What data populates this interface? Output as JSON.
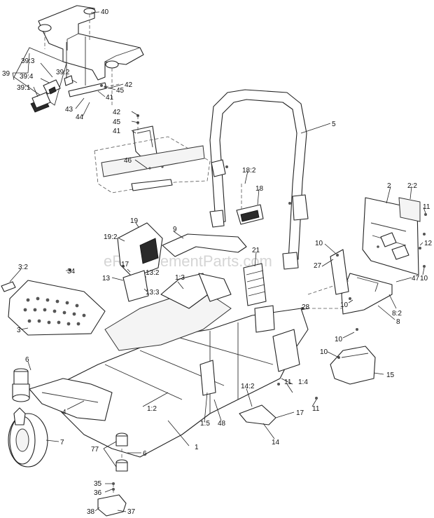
{
  "watermark": "eReplacementParts.com",
  "callouts": {
    "c40": "40",
    "c39": "39",
    "c39_3": "39:3",
    "c39_2": "39:2",
    "c39_4": "39:4",
    "c39_1": "39:1",
    "c42a": "42",
    "c45a": "45",
    "c41a": "41",
    "c43": "43",
    "c44": "44",
    "c42b": "42",
    "c45b": "45",
    "c41b": "41",
    "c46": "46",
    "c5": "5",
    "c18_2": "18:2",
    "c18": "18",
    "c2": "2",
    "c2_2": "2:2",
    "c11a": "11",
    "c12": "12",
    "c10a": "10",
    "c10b": "10",
    "c10c": "10",
    "c10d": "10",
    "c10e": "10",
    "c47": "47",
    "c8_2": "8:2",
    "c8": "8",
    "c27": "27",
    "c28": "28",
    "c21": "21",
    "c19": "19",
    "c19_2": "19:2",
    "c9": "9",
    "c17a": "17",
    "c13_2": "13:2",
    "c13": "13",
    "c13_3": "13:3",
    "c1_3": "1:3",
    "c3_2": "3:2",
    "c34": "34",
    "c3": "3",
    "c6a": "6",
    "c4": "4",
    "c7": "7",
    "c1_2": "1:2",
    "c77": "77",
    "c6b": "6",
    "c1": "1",
    "c1_5": "1:5",
    "c48": "48",
    "c14_2": "14:2",
    "c17b": "17",
    "c14": "14",
    "c11b": "11",
    "c1_4": "1:4",
    "c11c": "11",
    "c15": "15",
    "c35": "35",
    "c36": "36",
    "c38": "38",
    "c37": "37"
  }
}
